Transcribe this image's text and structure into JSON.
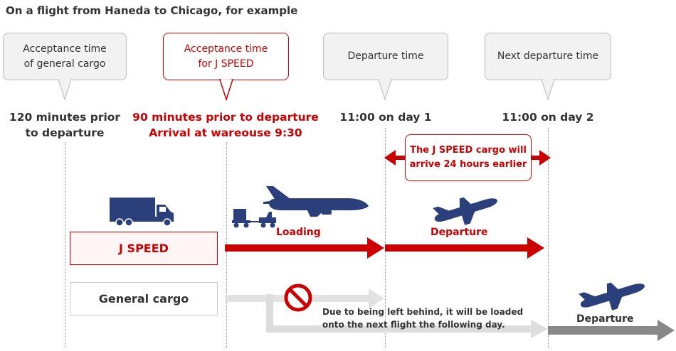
{
  "heading": "On a flight from Haneda to Chicago, for example",
  "bubbles": [
    {
      "lines": [
        "Acceptance time",
        "of general cargo"
      ]
    },
    {
      "lines": [
        "Acceptance time",
        "for J SPEED"
      ]
    },
    {
      "lines": [
        "Departure time"
      ]
    },
    {
      "lines": [
        "Next departure time"
      ]
    }
  ],
  "times": [
    {
      "lines": [
        "120 minutes prior",
        "to departure"
      ]
    },
    {
      "lines": [
        "90 minutes prior to departure",
        "Arrival at wareouse  9:30"
      ]
    },
    {
      "lines": [
        "11:00 on day 1"
      ]
    },
    {
      "lines": [
        "11:00 on day 2"
      ]
    }
  ],
  "callout": {
    "lines": [
      "The J SPEED cargo will",
      "arrive 24 hours earlier"
    ]
  },
  "rows": {
    "jspeed": "J SPEED",
    "general": "General cargo"
  },
  "labels": {
    "loading": "Loading",
    "departure_red": "Departure",
    "departure_gray": "Departure",
    "note": [
      "Due to being left behind, it will be loaded",
      "onto the next flight the following day."
    ]
  },
  "colors": {
    "red": "#cc0000",
    "navy": "#2b3f7a",
    "gray_arrow": "#e2e2e2",
    "dark_gray_arrow": "#888888",
    "bubble_fill": "#f2f2f2",
    "bubble_border": "#bbbbbb"
  },
  "icons": [
    "truck-icon",
    "tug-cart-icon",
    "airplane-icon",
    "airplane-takeoff-icon",
    "no-entry-icon"
  ]
}
